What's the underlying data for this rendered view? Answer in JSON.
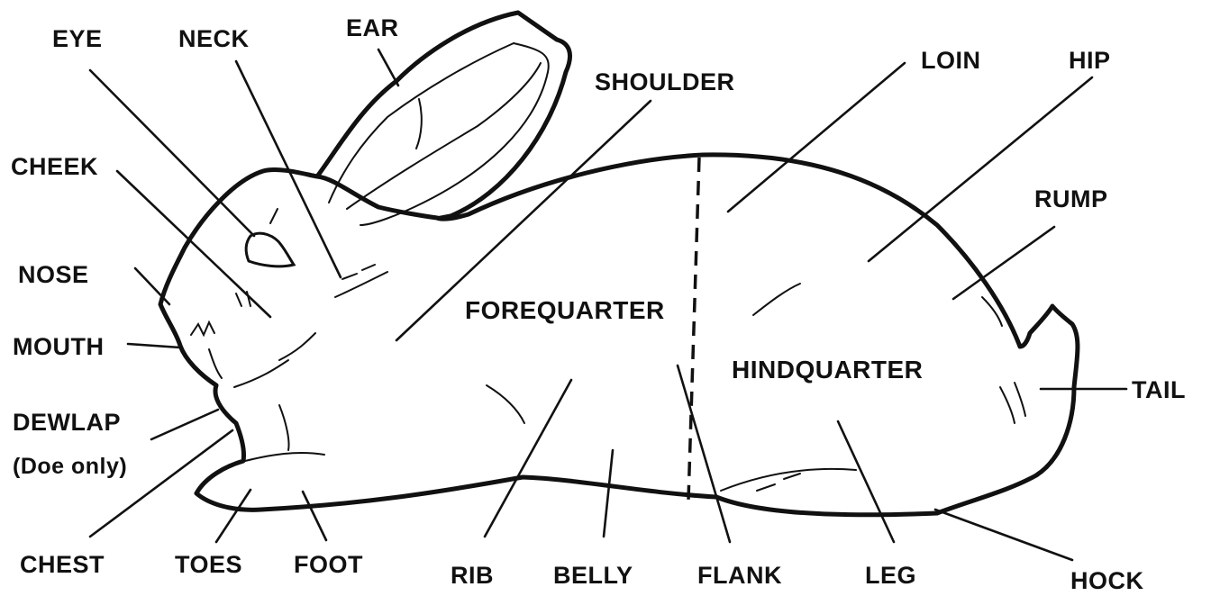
{
  "labels": {
    "eye": "EYE",
    "neck": "NECK",
    "ear": "EAR",
    "shoulder": "SHOULDER",
    "loin": "LOIN",
    "hip": "HIP",
    "cheek": "CHEEK",
    "rump": "RUMP",
    "nose": "NOSE",
    "mouth": "MOUTH",
    "dewlap": "DEWLAP",
    "dewlap_note": "(Doe only)",
    "forequarter": "FOREQUARTER",
    "hindquarter": "HINDQUARTER",
    "tail": "TAIL",
    "chest": "CHEST",
    "toes": "TOES",
    "foot": "FOOT",
    "rib": "RIB",
    "belly": "BELLY",
    "flank": "FLANK",
    "leg": "LEG",
    "hock": "HOCK"
  },
  "colors": {
    "ink": "#111111",
    "background": "#ffffff"
  }
}
